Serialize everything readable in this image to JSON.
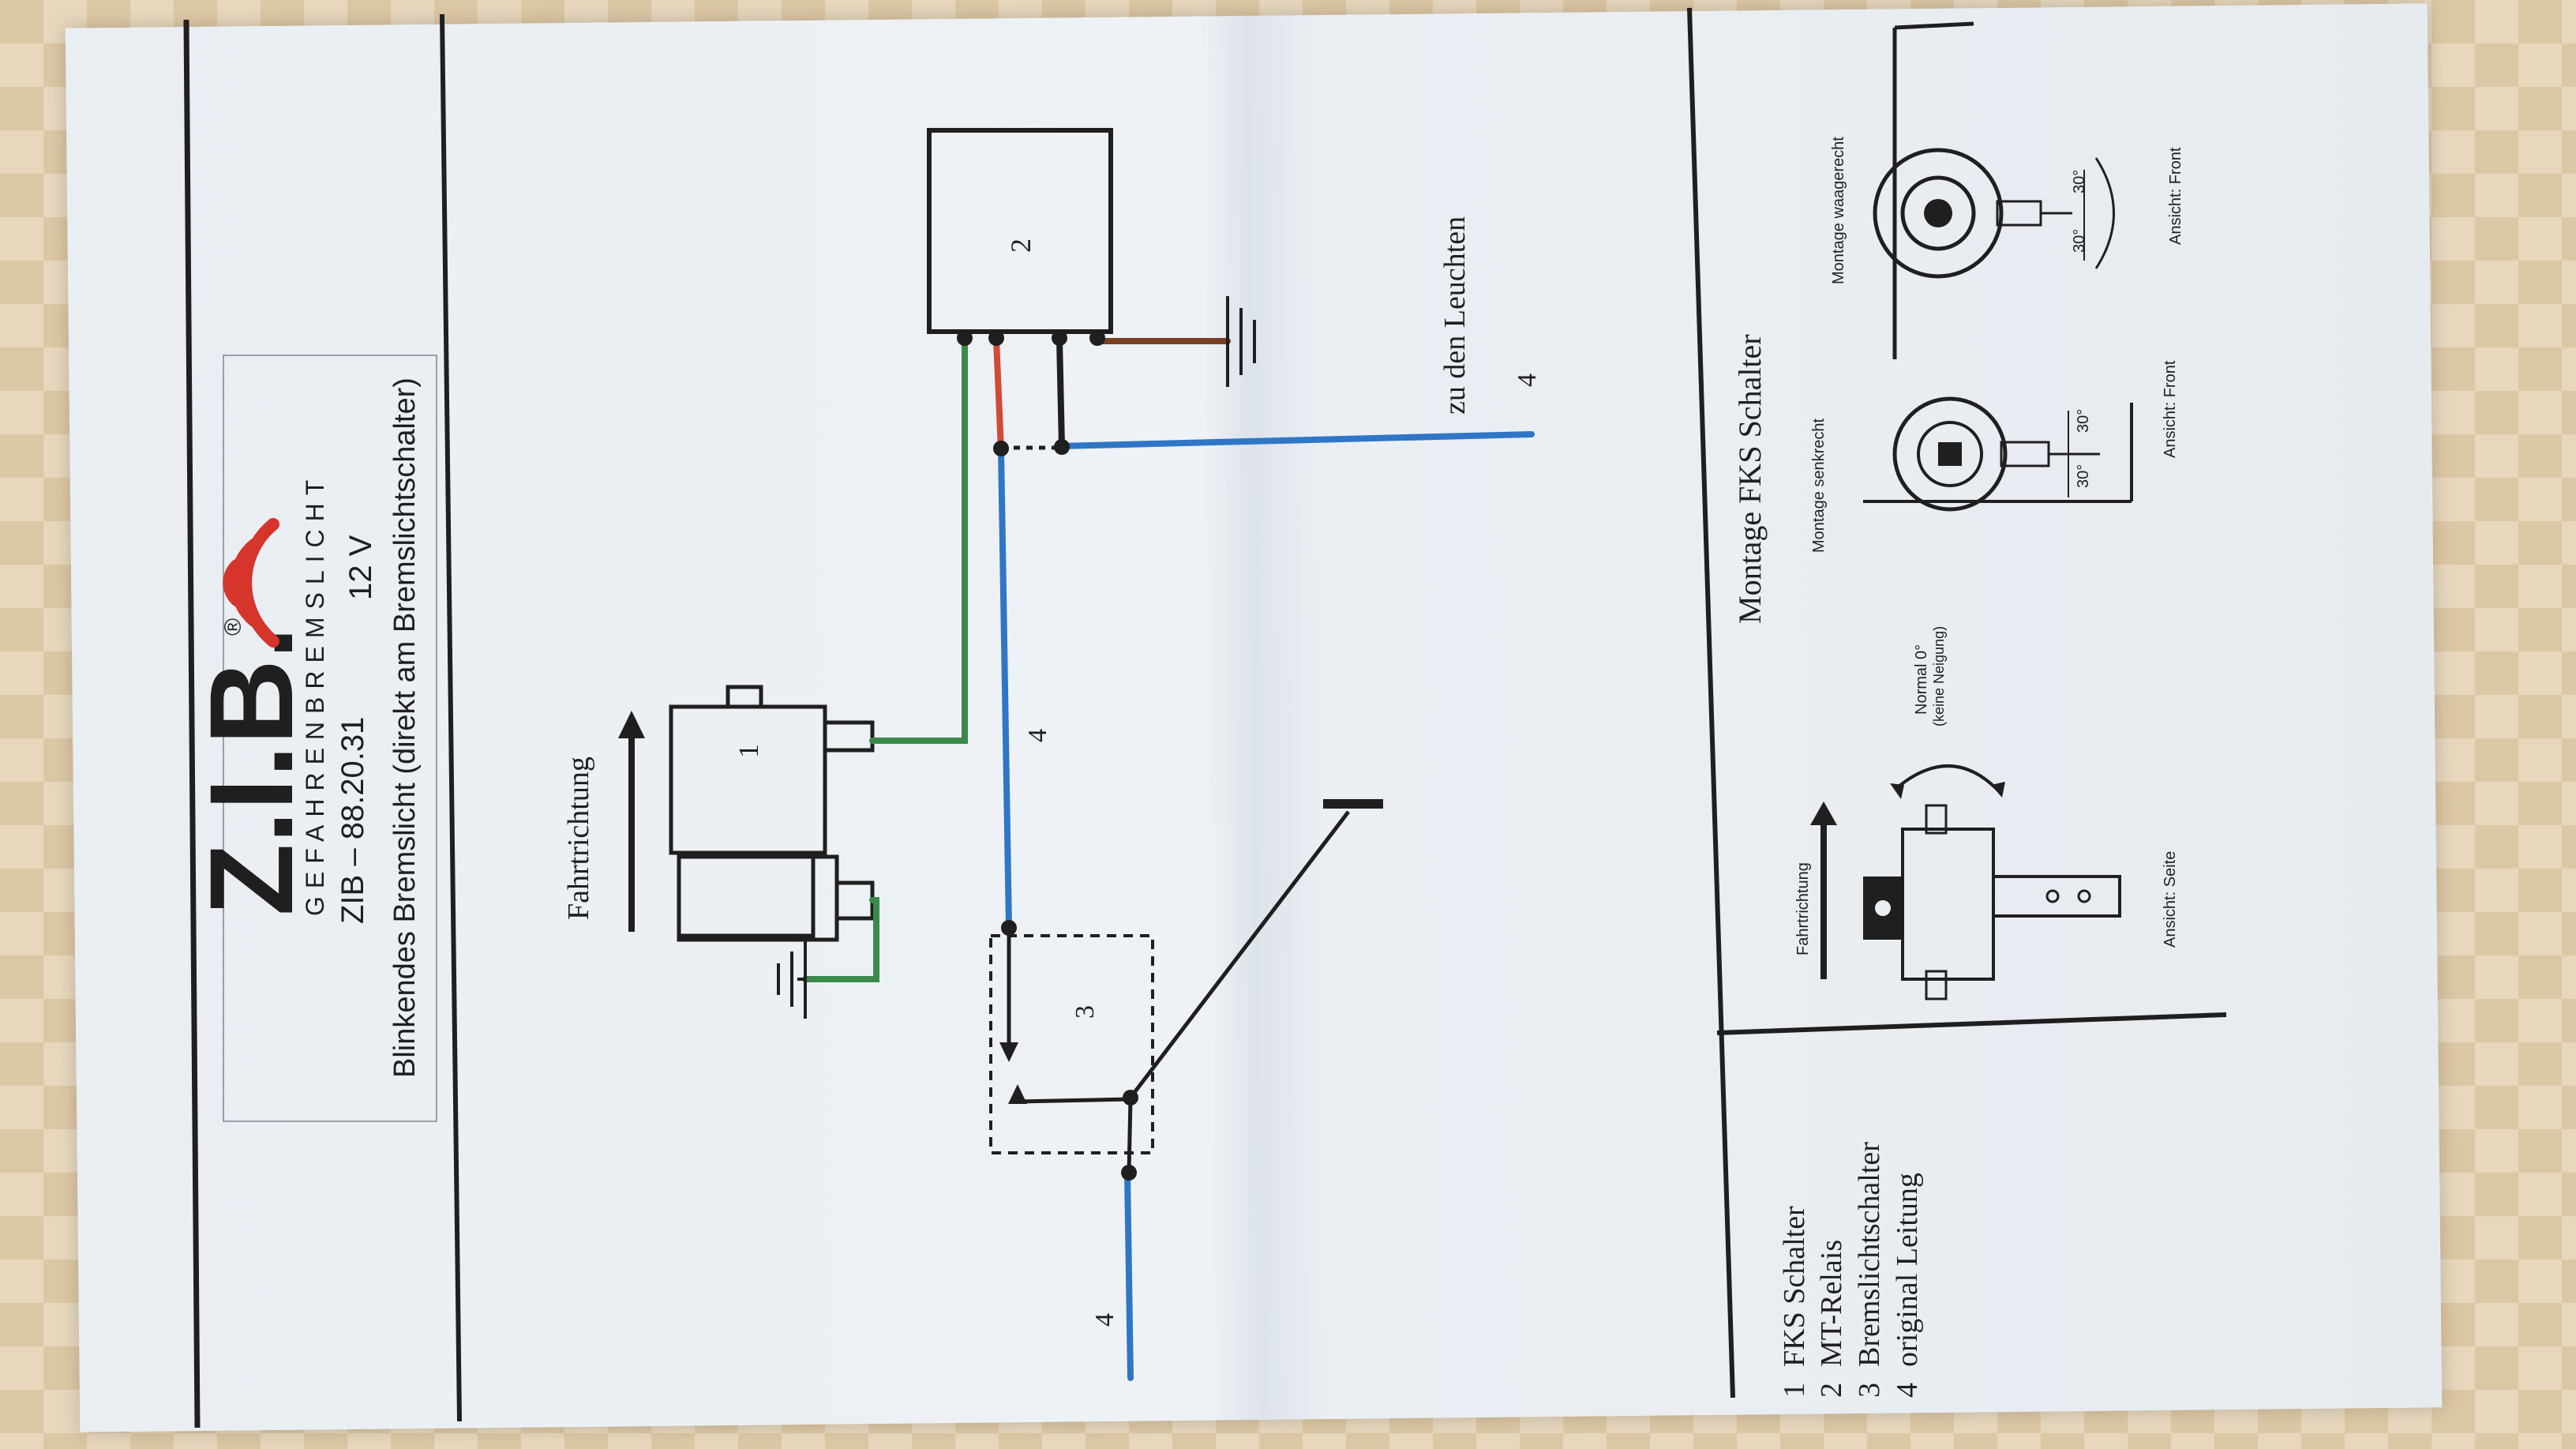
{
  "header": {
    "logo_text": "Z.I.B.",
    "registered": "®",
    "tagline": "GEFAHRENBREMSLICHT",
    "model": "ZIB – 88.20.31",
    "voltage": "12 V",
    "description": "Blinkendes Bremslicht (direkt am Bremslichtschalter)"
  },
  "wiring": {
    "direction_label": "Fahrtrichtung",
    "component_1": "1",
    "component_2": "2",
    "component_3": "3",
    "wire_label_middle": "4",
    "wire_label_left": "4",
    "wire_label_right": "4",
    "lamps_label": "zu den Leuchten"
  },
  "legend": {
    "items": [
      {
        "num": "1",
        "text": "FKS Schalter"
      },
      {
        "num": "2",
        "text": "MT-Relais"
      },
      {
        "num": "3",
        "text": "Bremslichtschalter"
      },
      {
        "num": "4",
        "text": "original Leitung"
      }
    ]
  },
  "mounting": {
    "title": "Montage FKS Schalter",
    "direction_label": "Fahrtrichtung",
    "normal_label": "Normal 0°",
    "normal_sub": "(keine Neigung)",
    "side_view": "Ansicht: Seite",
    "vertical_label": "Montage senkrecht",
    "front_view_1": "Ansicht: Front",
    "horizontal_label": "Montage waagerecht",
    "front_view_2": "Ansicht: Front",
    "angle_a": "30°",
    "angle_b": "30°",
    "angle_c": "30°",
    "angle_d": "30°"
  },
  "colors": {
    "wire_blue": "#2f76c6",
    "wire_green": "#3b8a4a",
    "wire_red": "#d24a35",
    "wire_brown": "#7a3e25",
    "logo_red": "#d6352b",
    "ink": "#1f1f1f"
  }
}
